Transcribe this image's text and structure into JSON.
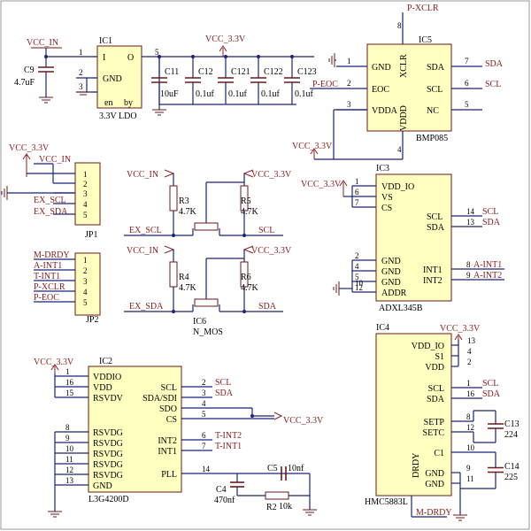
{
  "nets": {
    "vcc_in": "VCC_IN",
    "vcc_33": "VCC_3.3V",
    "ex_scl": "EX_SCL",
    "ex_sda": "EX_SDA",
    "scl": "SCL",
    "sda": "SDA",
    "m_drdy": "M-DRDY",
    "a_int1": "A-INT1",
    "a_int2": "A-INT2",
    "t_int1": "T-INT1",
    "t_int2": "T-INT2",
    "p_xclr": "P-XCLR",
    "p_eoc": "P-EOC"
  },
  "ldo": {
    "ref": "IC1",
    "part": "3.3V LDO",
    "pins": {
      "in": "I",
      "out": "O",
      "gnd": "GND",
      "en": "en",
      "by": "by"
    },
    "pin_nums": {
      "in": "1",
      "gnd": "2",
      "en": "3",
      "out": "5"
    }
  },
  "caps": {
    "c9": {
      "ref": "C9",
      "val": "4.7uF"
    },
    "c11": {
      "ref": "C11",
      "val": "10uF"
    },
    "c12": {
      "ref": "C12",
      "val": "0.1uf"
    },
    "c121": {
      "ref": "C121",
      "val": "0.1uf"
    },
    "c122": {
      "ref": "C122",
      "val": "0.1uf"
    },
    "c123": {
      "ref": "C123",
      "val": "0.1uf"
    },
    "c5": {
      "ref": "C5",
      "val": "10nf"
    },
    "c4": {
      "ref": "C4",
      "val": "470nf"
    },
    "c13": {
      "ref": "C13",
      "val": "224"
    },
    "c14": {
      "ref": "C14",
      "val": "225"
    }
  },
  "bmp085": {
    "ref": "IC5",
    "part": "BMP085",
    "left": [
      "GND",
      "EOC",
      "VDDA"
    ],
    "left_nums": [
      "1",
      "2",
      "3"
    ],
    "right": [
      "SDA",
      "SCL",
      "NC"
    ],
    "right_nums": [
      "7",
      "6",
      "5"
    ],
    "top": "XCLR",
    "top_num": "8",
    "bottom": "VDDD",
    "bottom_num": "4"
  },
  "jp1": {
    "ref": "JP1",
    "pins": [
      "1",
      "2",
      "3",
      "4",
      "5"
    ]
  },
  "jp2": {
    "ref": "JP2",
    "pins": [
      "1",
      "2",
      "3",
      "4",
      "5"
    ]
  },
  "level_shift": {
    "r3": {
      "ref": "R3",
      "val": "4.7K"
    },
    "r5": {
      "ref": "R5",
      "val": "4.7K"
    },
    "r4": {
      "ref": "R4",
      "val": "4.7K"
    },
    "r6": {
      "ref": "R6",
      "val": "4.7K"
    },
    "fet": {
      "ref": "IC6",
      "val": "N_MOS"
    }
  },
  "adxl345": {
    "ref": "IC3",
    "part": "ADXL345B",
    "left_top": [
      "VDD_IO",
      "VS",
      "CS"
    ],
    "left_top_nums": [
      "1",
      "6",
      "7"
    ],
    "left_bot": [
      "GND",
      "GND",
      "GND",
      "ADDR"
    ],
    "left_bot_nums": [
      "2",
      "4",
      "5",
      "12"
    ],
    "left_bot_extra": "10",
    "right_top": [
      "SCL",
      "SDA"
    ],
    "right_top_nums": [
      "14",
      "13"
    ],
    "right_bot": [
      "INT1",
      "INT2"
    ],
    "right_bot_nums": [
      "8",
      "9"
    ]
  },
  "l3g4200d": {
    "ref": "IC2",
    "part": "L3G4200D",
    "left_top": [
      "VDDIO",
      "VDD",
      "RSVDV"
    ],
    "left_top_nums": [
      "1",
      "16",
      "15"
    ],
    "left_bot": [
      "RSVDG",
      "RSVDG",
      "RSVDG",
      "RSVDG",
      "RSVDG",
      "GND"
    ],
    "left_bot_nums": [
      "8",
      "9",
      "10",
      "11",
      "12",
      "13"
    ],
    "right_top": [
      "SCL",
      "SDA/SDI",
      "SDO",
      "CS"
    ],
    "right_top_nums": [
      "2",
      "3",
      "4",
      "5"
    ],
    "right_bot": [
      "INT2",
      "INT1"
    ],
    "right_bot_nums": [
      "6",
      "7"
    ],
    "pll": "PLL",
    "pll_num": "14",
    "r2": {
      "ref": "R2",
      "val": "10k"
    }
  },
  "hmc5883l": {
    "ref": "IC4",
    "part": "HMC5883L",
    "right_top": [
      "VDD_IO",
      "S1",
      "VDD"
    ],
    "right_top_nums": [
      "4",
      "2"
    ],
    "top_num": "13",
    "right_mid": [
      "SCL",
      "SDA"
    ],
    "right_mid_nums": [
      "1",
      "16"
    ],
    "right_set": [
      "SETP",
      "SETC"
    ],
    "right_set_nums": [
      "8",
      "12"
    ],
    "c1": "C1",
    "c1_num": "10",
    "gnd": [
      "GND",
      "GND"
    ],
    "gnd_nums": [
      "9",
      "11"
    ],
    "drdy": "DRDY"
  }
}
